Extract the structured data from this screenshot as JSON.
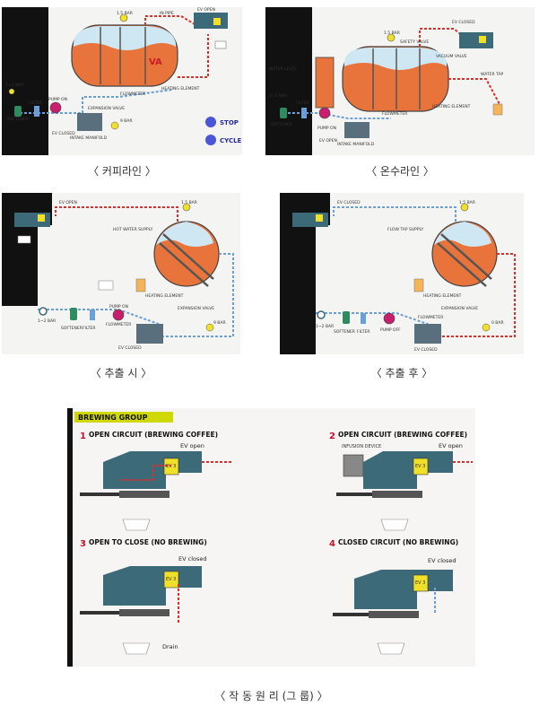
{
  "captions": {
    "coffee_line": "〈 커피라인 〉",
    "hot_water_line": "〈 온수라인 〉",
    "during_extraction": "〈 추출 시 〉",
    "after_extraction": "〈 추출 후 〉",
    "operating_principle": "〈 작 동 원 리 (그 룹) 〉"
  },
  "panel1": {
    "labels": {
      "gauge_bar": "1.5 BAR",
      "boil_pipe": "IN PIPE",
      "ev_open": "EV OPEN",
      "softener": "SOFTENER",
      "filter": "FILTER",
      "pump_on": "PUMP ON",
      "ev_closed": "EV CLOSED",
      "intake_manifold": "INTAKE MANIFOLD",
      "expansion_valve": "EXPANSION VALVE",
      "pressure_bar": "9 BAR",
      "flowmeter": "FLOWMETER",
      "heating_element": "HEATING ELEMENT",
      "inlet_bar": "1~2 BAR"
    },
    "controls": {
      "stop": "STOP",
      "cycle": "CYCLE"
    }
  },
  "panel2": {
    "labels": {
      "gauge_bar": "1.5 BAR",
      "ev_closed": "EV CLOSED",
      "safety_valve": "SAFETY VALVE",
      "vacuum_valve": "VACUUM VALVE",
      "water_level": "WATER LEVEL",
      "water_tap": "WATER TAP",
      "softener": "SOFTENER",
      "filter": "FILTER",
      "pump_on": "PUMP ON",
      "flowmeter": "FLOWMETER",
      "heating_element": "HEATING ELEMENT",
      "intake_manifold": "INTAKE MANIFOLD",
      "inlet_bar": "1~2 BAR",
      "ev": "EV OPEN"
    }
  },
  "panel3": {
    "labels": {
      "gauge_bar": "1.5 BAR",
      "ev_open": "EV OPEN",
      "hot_water_supply": "HOT WATER SUPPLY",
      "heating_element": "HEATING ELEMENT",
      "expansion_valve": "EXPANSION VALVE",
      "pressure_bar": "9 BAR",
      "softener": "SOFTENER",
      "filter": "FILTER",
      "pump_on": "PUMP ON",
      "flowmeter": "FLOWMETER",
      "inlet_bar": "1~2 BAR",
      "ev_closed": "EV CLOSED"
    }
  },
  "panel4": {
    "labels": {
      "gauge_bar": "1.5 BAR",
      "ev_closed": "EV CLOSED",
      "hot_water_supply": "FLOW TAP SUPPLY",
      "heating_element": "HEATING ELEMENT",
      "expansion_valve": "EXPANSION VALVE",
      "pressure_bar": "0 BAR",
      "softener": "SOFTENER",
      "filter": "FILTER",
      "pump_off": "PUMP OFF",
      "flowmeter": "FLOWMETER",
      "inlet_bar": "1~2 BAR",
      "ev": "EV CLOSED"
    }
  },
  "brewing_group": {
    "title": "BREWING GROUP",
    "steps": [
      {
        "num": "1",
        "title": "OPEN CIRCUIT (BREWING COFFEE)",
        "ev": "EV open",
        "extra": ""
      },
      {
        "num": "2",
        "title": "OPEN CIRCUIT (BREWING COFFEE)",
        "ev": "EV open",
        "extra": "INFUSION DEVICE"
      },
      {
        "num": "3",
        "title": "OPEN TO CLOSE (NO BREWING)",
        "ev": "EV closed",
        "extra": "Drain"
      },
      {
        "num": "4",
        "title": "CLOSED CIRCUIT (NO BREWING)",
        "ev": "EV closed",
        "extra": ""
      }
    ],
    "valve_label": "EV 3"
  },
  "colors": {
    "boiler_water": "#e8743b",
    "boiler_steam": "#cfe6f3",
    "group_body": "#3d6a78",
    "hot_line": "#d9302c",
    "cold_line": "#6a9fd8",
    "valve": "#f1e02a",
    "accent_title": "#cfd800"
  }
}
